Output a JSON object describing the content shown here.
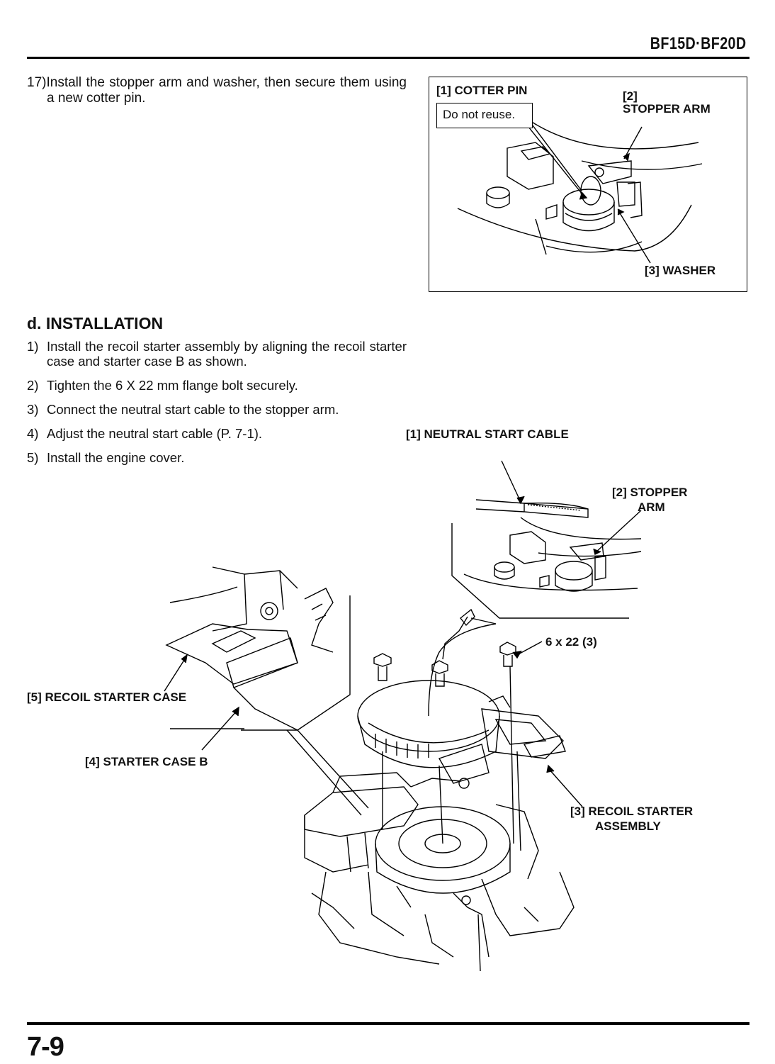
{
  "header": {
    "model": "BF15D·BF20D"
  },
  "step17": {
    "num": "17)",
    "text": "Install the stopper arm and washer, then secure them using a new cotter pin."
  },
  "fig_top": {
    "cotter_pin": "[1]  COTTER PIN",
    "note": "Do not reuse.",
    "stopper_num": "[2]",
    "stopper_label": "STOPPER ARM",
    "washer": "[3]  WASHER"
  },
  "section": {
    "title": "d. INSTALLATION"
  },
  "steps": [
    {
      "n": "1)",
      "t": "Install the recoil starter assembly by aligning the recoil starter case and starter case B as shown."
    },
    {
      "n": "2)",
      "t": "Tighten the 6 X 22 mm flange bolt securely."
    },
    {
      "n": "3)",
      "t": "Connect the neutral start cable to the stopper arm."
    },
    {
      "n": "4)",
      "t": "Adjust the neutral start cable (P. 7-1)."
    },
    {
      "n": "5)",
      "t": "Install the engine cover."
    }
  ],
  "fig_main": {
    "neutral_cable": "[1]  NEUTRAL START CABLE",
    "stopper_line1": "[2]  STOPPER",
    "stopper_line2": "ARM",
    "bolt": "6 x 22 (3)",
    "recoil_case": "[5]  RECOIL STARTER CASE",
    "starter_case_b": "[4]  STARTER CASE B",
    "recoil_assy_line1": "[3]  RECOIL STARTER",
    "recoil_assy_line2": "ASSEMBLY"
  },
  "footer": {
    "page": "7-9"
  }
}
